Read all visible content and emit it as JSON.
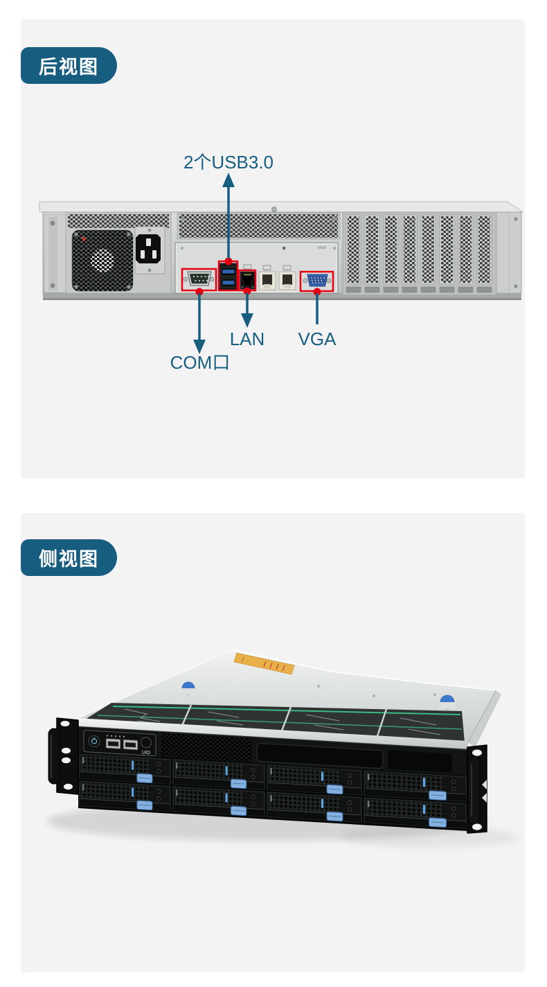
{
  "colors": {
    "page_bg": "#ffffff",
    "card_bg": "#f2f3f2",
    "badge_teal": "#175d80",
    "annotation_teal": "#175d80",
    "highlight_red": "#e60012",
    "usb_port_blue": "#2f63ad",
    "vga_blue": "#3a66b8",
    "drive_latch_blue": "#84b0e0",
    "top_clip_blue": "#3e79cf",
    "label_stripe_green": "#3ec289",
    "sticker_yellow": "#e7b04a"
  },
  "rear_view": {
    "badge_label": "后视图",
    "annotations": {
      "usb": {
        "label": "2个USB3.0"
      },
      "lan": {
        "label": "LAN"
      },
      "vga": {
        "label": "VGA"
      },
      "com": {
        "label": "COM口"
      }
    }
  },
  "side_view": {
    "badge_label": "侧视图",
    "front_panel": {
      "uid_label": "UID"
    }
  }
}
